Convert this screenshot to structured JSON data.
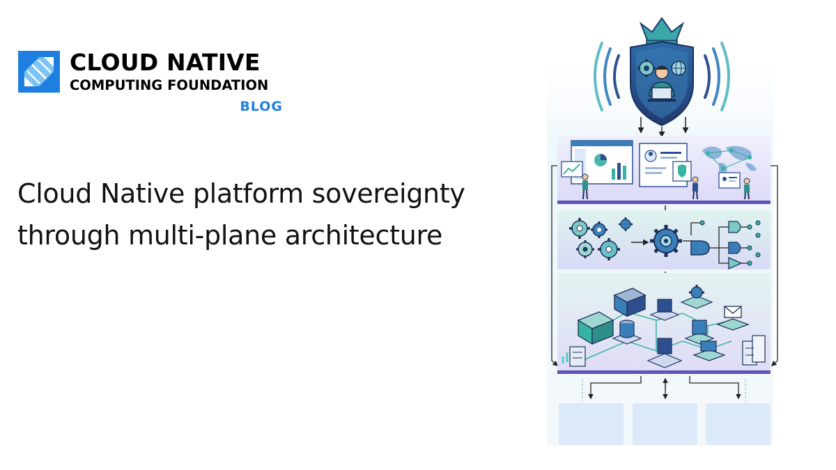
{
  "brand": {
    "line1": "CLOUD NATIVE",
    "line2": "COMPUTING FOUNDATION",
    "section": "BLOG",
    "colors": {
      "mark_dark": "#1f7fe0",
      "mark_light": "#7cc4f5",
      "section_text": "#1f7fe0"
    }
  },
  "article": {
    "title": "Cloud Native platform sovereignty through multi-plane architecture"
  },
  "illustration": {
    "icons": [
      "crown-icon",
      "shield-icon",
      "person-laptop-icon",
      "gear-icon",
      "globe-icon",
      "signal-waves-icon",
      "dashboard-icon",
      "world-map-icon",
      "logic-gate-icon",
      "container-icon",
      "database-icon",
      "server-icon",
      "mail-icon"
    ],
    "colors": {
      "shield": "#2d4f8f",
      "teal": "#38b2a3",
      "lavender": "#e3e2fb",
      "mint": "#dcf3ee",
      "rail": "#5f55b4",
      "box": "#dbe9f8"
    }
  }
}
